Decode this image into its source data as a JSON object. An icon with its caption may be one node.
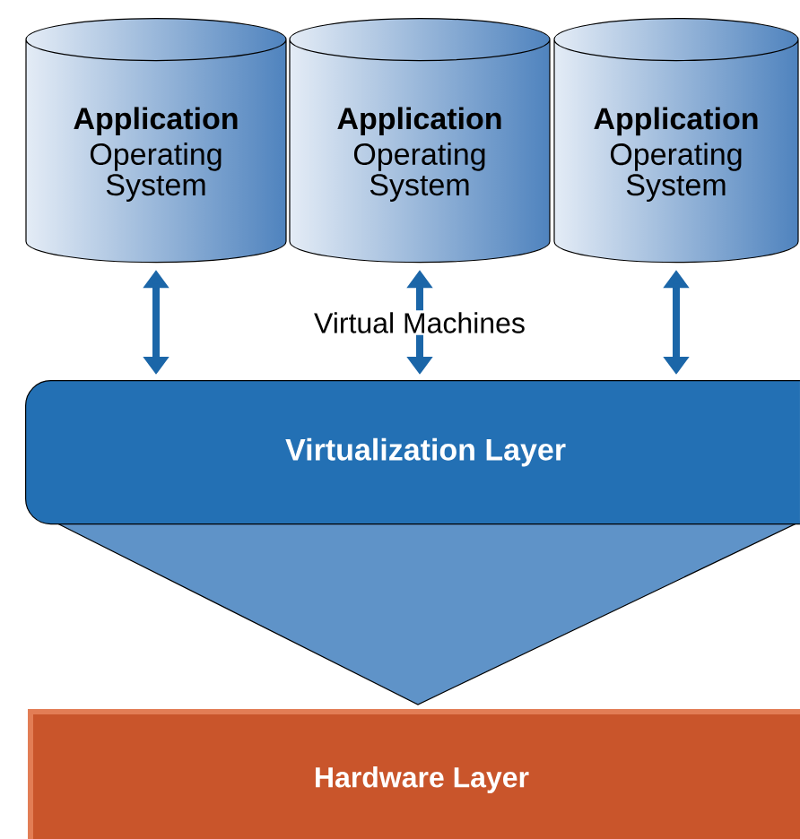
{
  "diagram": {
    "nodes": [
      {
        "text": [
          "Application",
          "Operating System"
        ]
      },
      {
        "text": [
          "Application",
          "Operating System"
        ]
      },
      {
        "text": [
          "Application",
          "Operating System"
        ]
      },
      {
        "text": [
          "Virtualization Layer"
        ]
      },
      {
        "text": [
          "Hardware Layer"
        ]
      }
    ],
    "edges": [
      {
        "from": 0,
        "to": 3,
        "arrow": "both"
      },
      {
        "from": 1,
        "to": 3,
        "arrow": "both"
      },
      {
        "from": 2,
        "to": 3,
        "arrow": "both"
      }
    ],
    "labels": [
      "Virtual Machines"
    ]
  }
}
